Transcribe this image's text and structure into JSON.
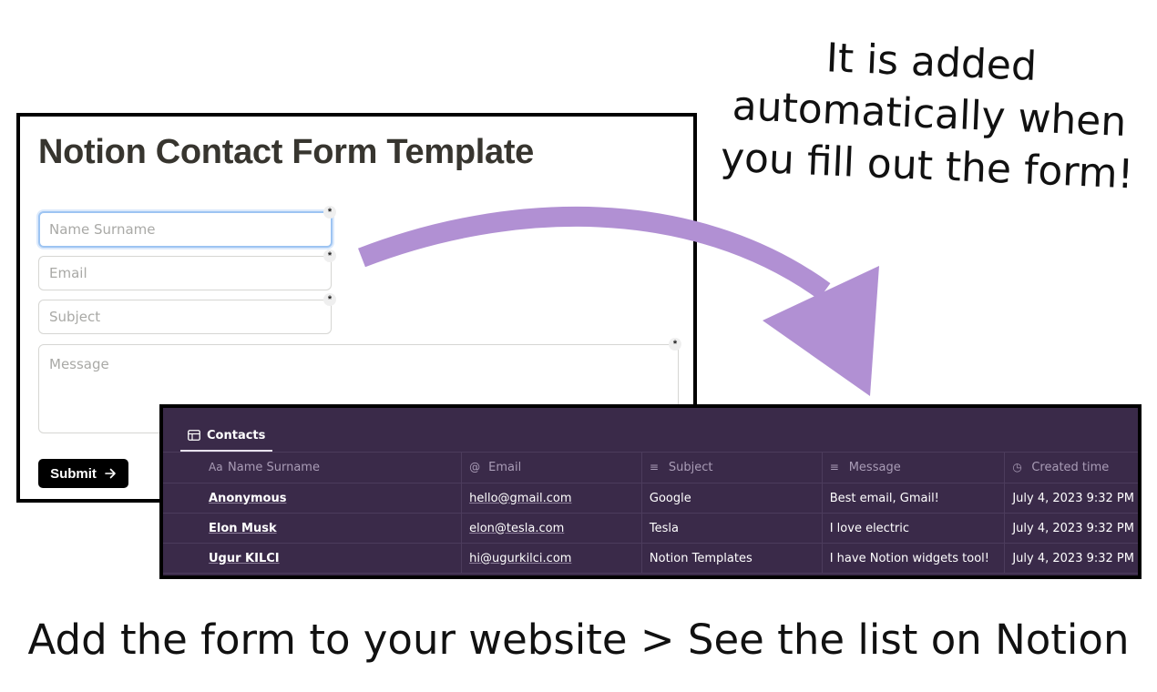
{
  "form": {
    "title": "Notion Contact Form Template",
    "fields": [
      {
        "placeholder": "Name Surname",
        "value": "",
        "required": true,
        "focused": true
      },
      {
        "placeholder": "Email",
        "value": "",
        "required": true
      },
      {
        "placeholder": "Subject",
        "value": "",
        "required": true
      },
      {
        "placeholder": "Message",
        "value": "",
        "required": true
      }
    ],
    "required_mark": "*",
    "submit_label": "Submit",
    "submit_icon": "arrow-right-icon"
  },
  "headline": {
    "lines": [
      "It is added",
      "automatically when",
      "you fill out the form!"
    ]
  },
  "arrow": {
    "color": "#b190d3"
  },
  "database": {
    "tab_label": "Contacts",
    "tab_icon": "table-icon",
    "background": "#3a2a49",
    "columns": [
      {
        "icon": "Aa",
        "label": "Name Surname"
      },
      {
        "icon": "@",
        "label": "Email"
      },
      {
        "icon": "≡",
        "label": "Subject"
      },
      {
        "icon": "≡",
        "label": "Message"
      },
      {
        "icon": "◷",
        "label": "Created time"
      }
    ],
    "rows": [
      [
        "Anonymous",
        "hello@gmail.com",
        "Google",
        "Best email, Gmail!",
        "July 4, 2023 9:32 PM"
      ],
      [
        "Elon Musk",
        "elon@tesla.com",
        "Tesla",
        "I love electric",
        "July 4, 2023 9:32 PM"
      ],
      [
        "Ugur KILCI",
        "hi@ugurkilci.com",
        "Notion Templates",
        "I have Notion widgets tool!",
        "July 4, 2023 9:32 PM"
      ]
    ]
  },
  "caption": "Add the form to your website > See the list on Notion"
}
